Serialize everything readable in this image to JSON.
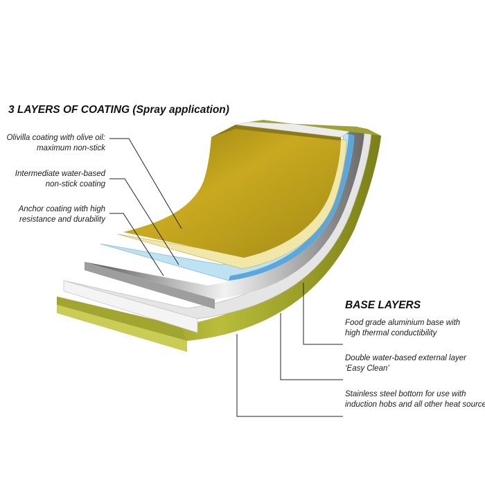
{
  "coating": {
    "title": "3 LAYERS OF COATING (Spray application)",
    "labels": [
      {
        "line1": "Olivilla coating with olive oil:",
        "line2": "maximum non-stick"
      },
      {
        "line1": "Intermediate water-based",
        "line2": "non-stick coating"
      },
      {
        "line1": "Anchor coating with high",
        "line2": "resistance and durability"
      }
    ]
  },
  "base": {
    "title": "BASE LAYERS",
    "labels": [
      {
        "line1": "Food grade aluminium base with",
        "line2": "high thermal conductibility"
      },
      {
        "line1": "Double water-based external layer",
        "line2": "‘Easy Clean’"
      },
      {
        "line1": "Stainless steel bottom for use with",
        "line2": "induction hobs and all other heat sources"
      }
    ]
  },
  "colors": {
    "olive_coating": "#c4a51e",
    "intermediate": "#f1e7a9",
    "anchor": "#bfe2f2",
    "aluminium": "#a9a9a9",
    "easy_clean": "#e3e3e3",
    "steel_bottom": "#9ea231"
  }
}
